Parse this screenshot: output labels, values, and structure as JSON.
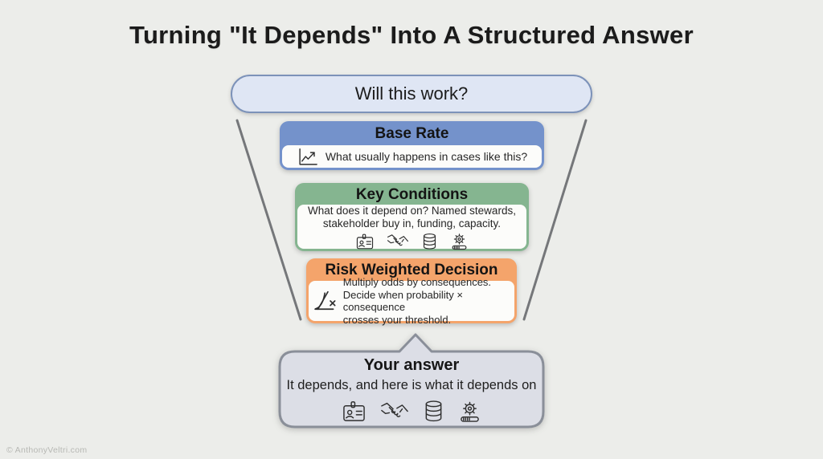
{
  "page": {
    "title": "Turning \"It Depends\" Into A Structured Answer",
    "watermark": "© AnthonyVeltri.com",
    "background_color": "#ecedea",
    "funnel_line_color": "#75777a"
  },
  "funnel": {
    "question": {
      "label": "Will this work?",
      "fill": "#dfe6f4",
      "border": "#7c92b9"
    },
    "stages": [
      {
        "id": "base-rate",
        "title": "Base Rate",
        "color": "#7492cb",
        "icon": "trend-chart-icon",
        "lines": [
          "What usually happens in cases like this?"
        ]
      },
      {
        "id": "key-conditions",
        "title": "Key Conditions",
        "color": "#85b590",
        "lines": [
          "What does it depend on? Named stewards,",
          "stakeholder buy in, funding, capacity."
        ],
        "icons": [
          "id-card-icon",
          "handshake-icon",
          "coins-icon",
          "gear-capacity-icon"
        ]
      },
      {
        "id": "risk-weighted-decision",
        "title": "Risk Weighted Decision",
        "color": "#f4a46b",
        "icon": "distribution-multiply-icon",
        "lines": [
          "Multiply odds by consequences.",
          "Decide when probability × consequence",
          "crosses your threshold."
        ]
      }
    ]
  },
  "answer": {
    "title": "Your answer",
    "subtitle": "It depends, and here is what it depends on",
    "icons": [
      "id-card-icon",
      "handshake-icon",
      "coins-icon",
      "gear-capacity-icon"
    ],
    "fill": "#dcdee6",
    "border": "#8a8f99"
  }
}
